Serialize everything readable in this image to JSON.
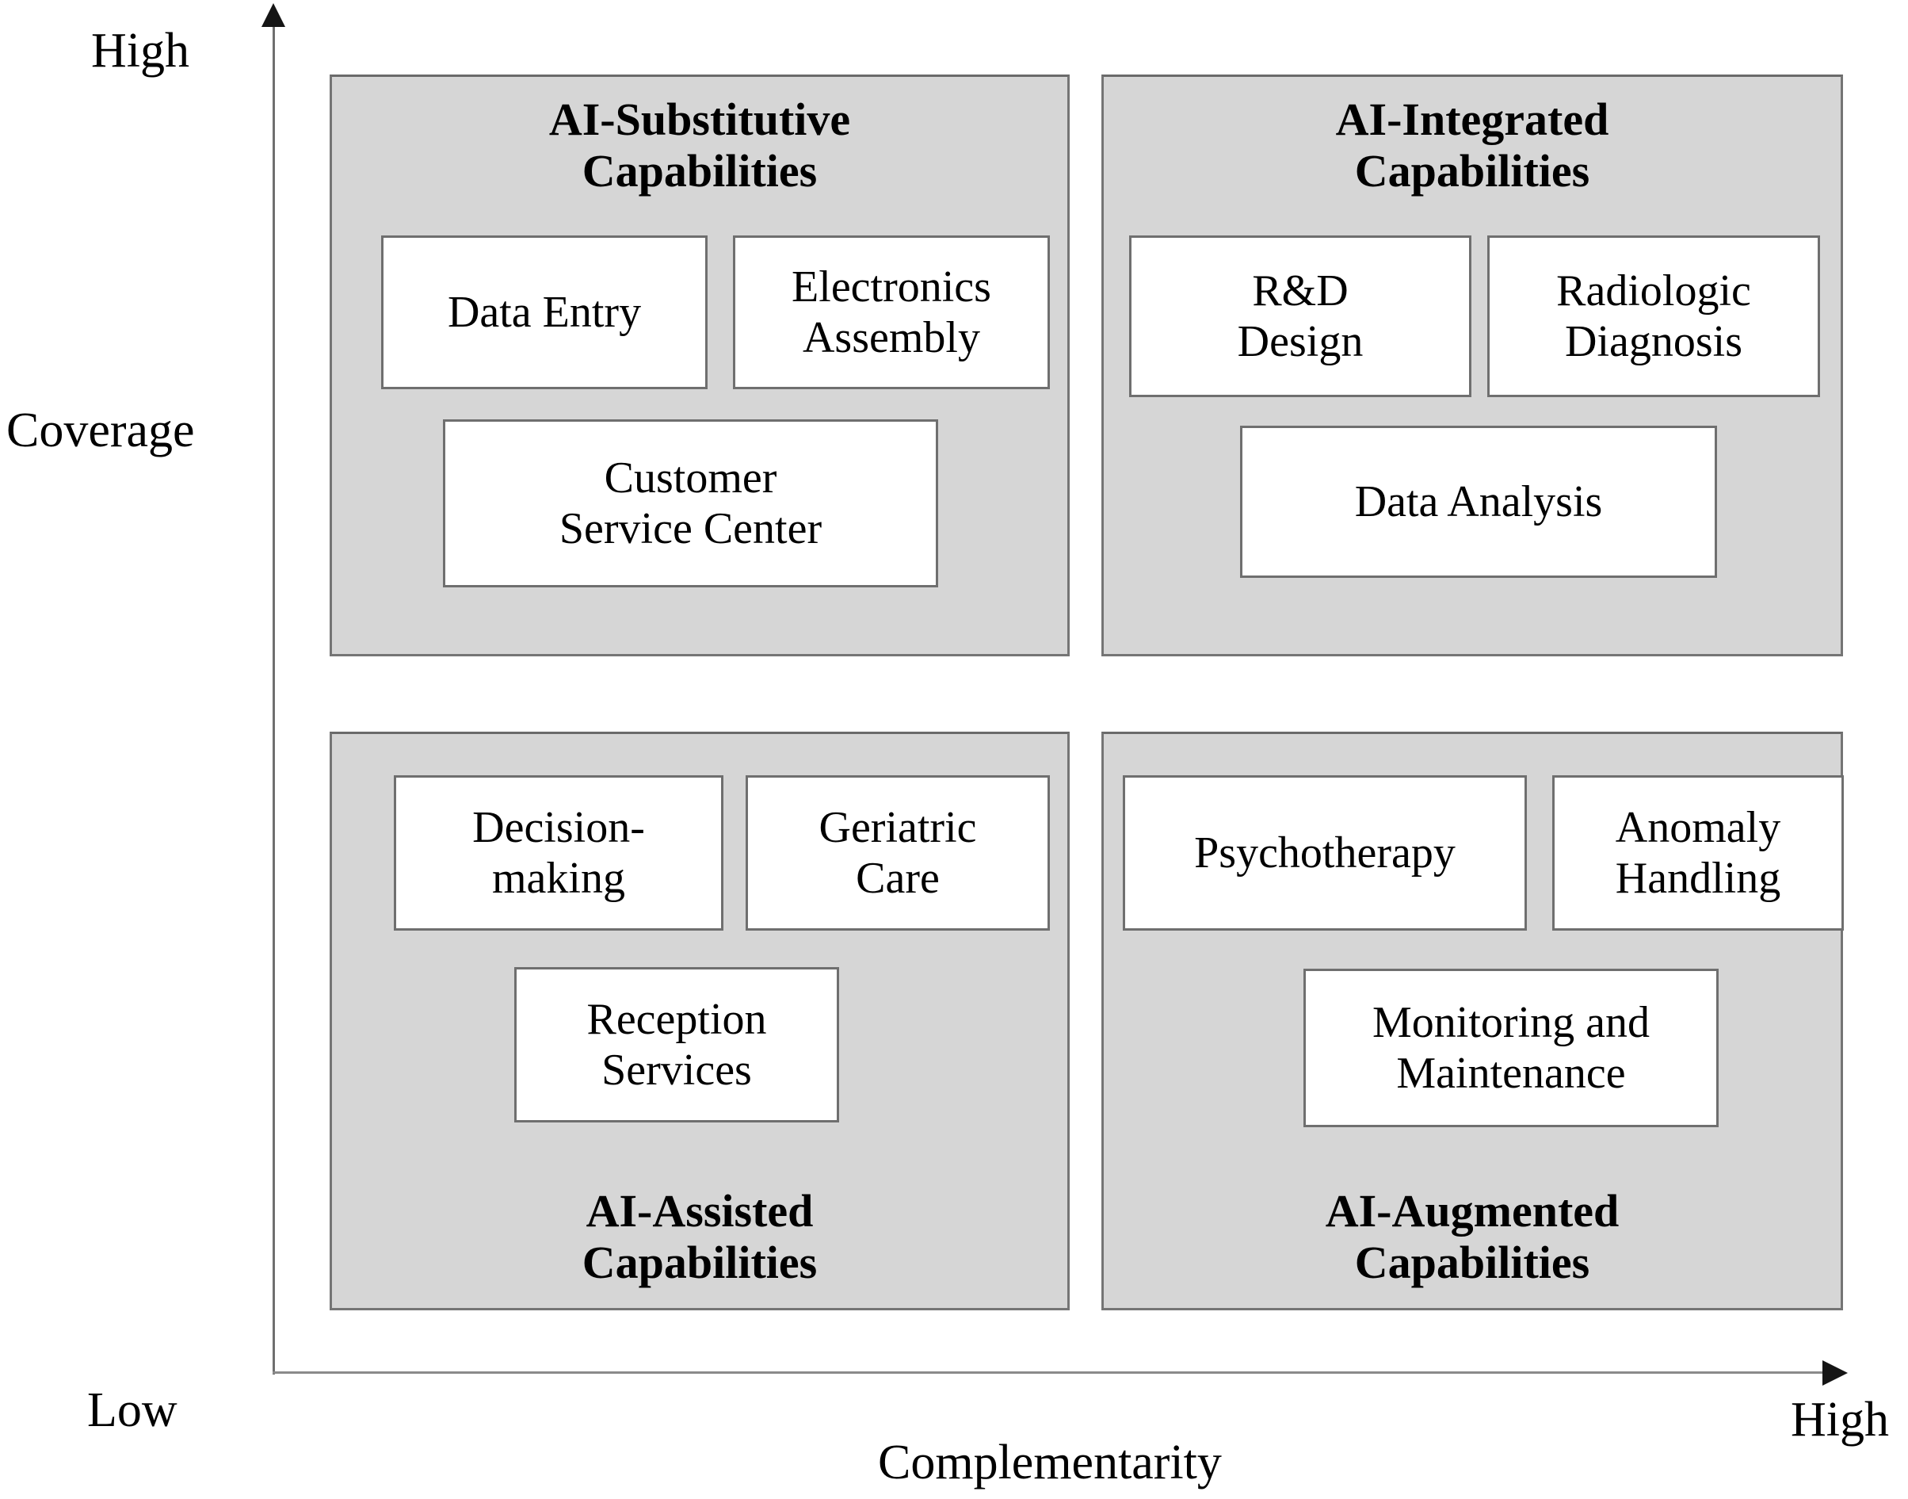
{
  "axes": {
    "y_label": "Coverage",
    "y_high": "High",
    "y_low": "Low",
    "x_label": "Complementarity",
    "x_high": "High"
  },
  "colors": {
    "quadrant_fill": "#d6d6d6",
    "quadrant_border": "#757575",
    "box_fill": "#ffffff",
    "box_border": "#6f6f6f",
    "text": "#000000"
  },
  "chart_data": {
    "type": "scatter",
    "title": "",
    "xlabel": "Complementarity",
    "ylabel": "Coverage",
    "xlim": [
      "Low",
      "High"
    ],
    "ylim": [
      "Low",
      "High"
    ],
    "grid": false,
    "legend": "none",
    "quadrants": [
      {
        "id": "top-left",
        "title": "AI-Substitutive\nCapabilities",
        "title_position": "top",
        "coverage": "High",
        "complementarity": "Low",
        "items": [
          "Data Entry",
          "Electronics\nAssembly",
          "Customer\nService Center"
        ]
      },
      {
        "id": "top-right",
        "title": "AI-Integrated\nCapabilities",
        "title_position": "top",
        "coverage": "High",
        "complementarity": "High",
        "items": [
          "R&D\nDesign",
          "Radiologic\nDiagnosis",
          "Data Analysis"
        ]
      },
      {
        "id": "bottom-left",
        "title": "AI-Assisted\nCapabilities",
        "title_position": "bottom",
        "coverage": "Low",
        "complementarity": "Low",
        "items": [
          "Decision-\nmaking",
          "Geriatric\nCare",
          "Reception\nServices"
        ]
      },
      {
        "id": "bottom-right",
        "title": "AI-Augmented\nCapabilities",
        "title_position": "bottom",
        "coverage": "Low",
        "complementarity": "High",
        "items": [
          "Psychotherapy",
          "Anomaly\nHandling",
          "Monitoring and\nMaintenance"
        ]
      }
    ]
  }
}
